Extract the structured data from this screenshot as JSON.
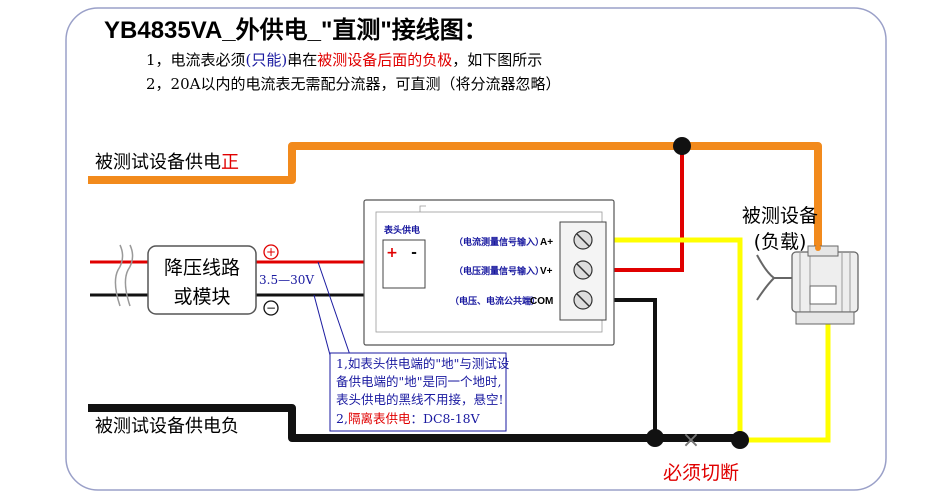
{
  "title": "YB4835VA_外供电_\"直测\"接线图：",
  "notes": {
    "line1": {
      "prefix": "1，电流表必须",
      "only": "(只能)",
      "mid": "串在",
      "emph": "被测设备后面的负极",
      "suffix": "，如下图所示"
    },
    "line2": "2，20A以内的电流表无需配分流器，可直测（将分流器忽略）"
  },
  "supply_pos": {
    "text": "被测试设备供电",
    "emph": "正"
  },
  "supply_neg": "被测试设备供电负",
  "module": {
    "line1": "降压线路",
    "line2": "或模块"
  },
  "voltage_range": "3.5—30V",
  "plus_sign": "+",
  "minus_sign": "−",
  "meter": {
    "power_label": "表头供电",
    "plus": "+",
    "minus": "-",
    "terminals": [
      {
        "desc": "（电流测量信号输入）",
        "name": "A+"
      },
      {
        "desc": "（电压测量信号输入）",
        "name": "V+"
      },
      {
        "desc": "（电压、电流公共端）",
        "name": "COM"
      }
    ]
  },
  "device": {
    "line1": "被测设备",
    "line2": "(负载)"
  },
  "callout": {
    "line1": "1,如表头供电端的\"地\"与测试设",
    "line2": "备供电端的\"地\"是同一个地时,",
    "line3": "表头供电的黑线不用接，悬空!",
    "line4_prefix": "2,",
    "line4_emph": "隔离表供电",
    "line4_suffix": "：DC8-18V"
  },
  "cut_symbol": "×",
  "cut_label": "必须切断",
  "colors": {
    "orange": "#f28a1c",
    "yellow": "#ffff00",
    "red_wire": "#e00000",
    "black_wire": "#111111",
    "accent_red": "#e00000",
    "accent_blue": "#1a1aa0",
    "border": "#9aa0c8"
  }
}
